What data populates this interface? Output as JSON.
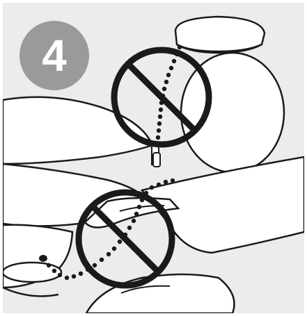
{
  "step": {
    "number": "4",
    "badge_color": "#9a9a9a"
  },
  "colors": {
    "background": "#ececec",
    "line": "#1a1a1a",
    "fill": "#ffffff",
    "prohibition": "#1a1a1a"
  },
  "illustration": {
    "subject": "ceiling-fan-light-kit",
    "prohibited_items": [
      "pull-chain-light-kit",
      "pull-chain-fan-switch"
    ]
  }
}
